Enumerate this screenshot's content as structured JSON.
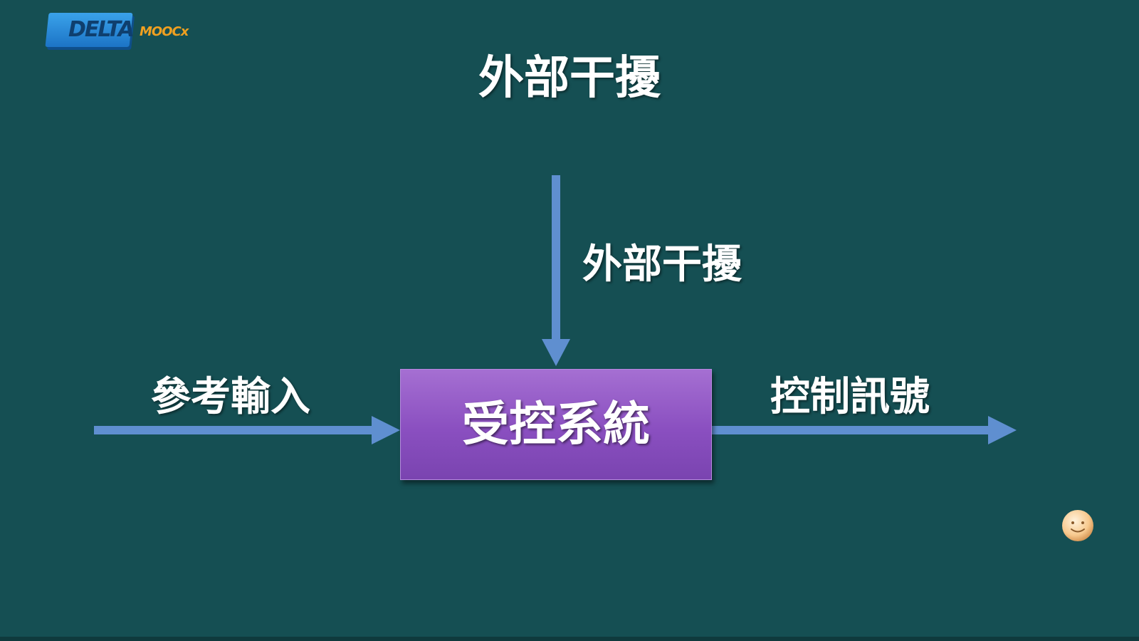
{
  "slide": {
    "heading": "外部干擾",
    "background": "#154f53"
  },
  "logo": {
    "text_main": "DELTA",
    "text_accent": "MOOCx"
  },
  "diagram": {
    "disturbance_label": "外部干擾",
    "input_label": "參考輸入",
    "plant_label": "受控系統",
    "output_label": "控制訊號",
    "arrow_color": "#5f8fd0",
    "box_color": "#8a4fc0"
  },
  "decor": {
    "smiley": "smiley-face-icon"
  }
}
